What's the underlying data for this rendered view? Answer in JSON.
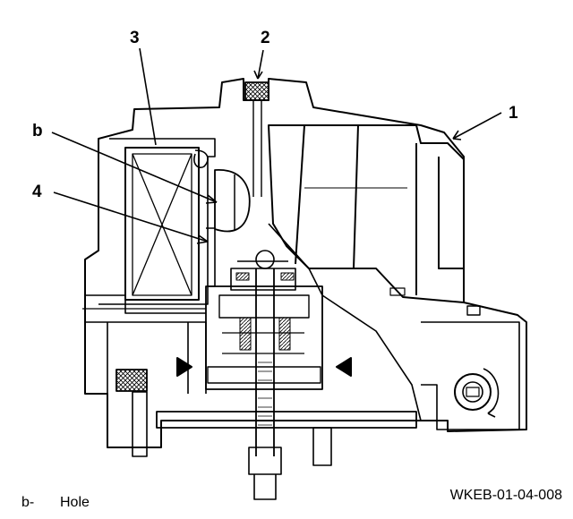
{
  "callouts": {
    "c1": "1",
    "c2": "2",
    "c3": "3",
    "c4": "4",
    "cb": "b"
  },
  "legend": {
    "key": "b-",
    "text": "Hole"
  },
  "figure_code": "WKEB-01-04-008"
}
